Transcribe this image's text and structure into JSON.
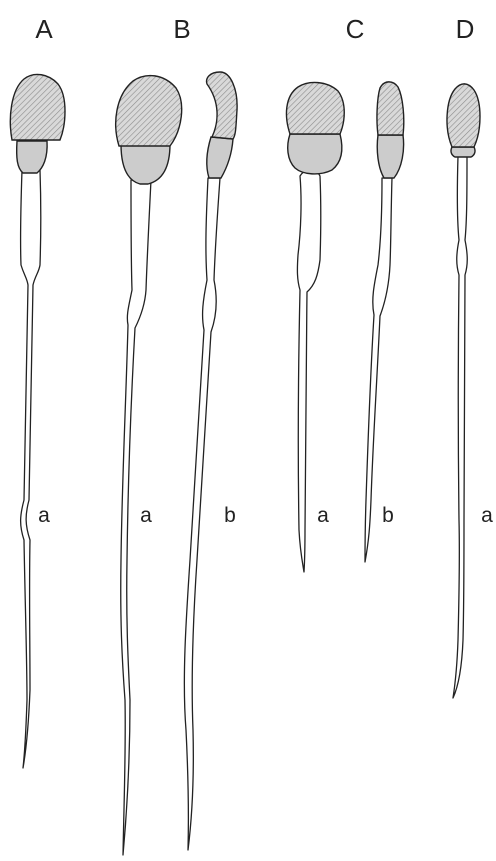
{
  "figure": {
    "panels": [
      {
        "label": "A",
        "cells": [
          {
            "label": "a"
          }
        ]
      },
      {
        "label": "B",
        "cells": [
          {
            "label": "a"
          },
          {
            "label": "b"
          }
        ]
      },
      {
        "label": "C",
        "cells": [
          {
            "label": "a"
          },
          {
            "label": "b"
          }
        ]
      },
      {
        "label": "D",
        "cells": [
          {
            "label": "a"
          }
        ]
      }
    ],
    "colors": {
      "outline": "#222222",
      "head_fill": "#d9d9d9",
      "head_hatch": "#8c8c8c",
      "neck_fill": "#cccccc",
      "tail_fill": "#ffffff",
      "background": "#ffffff"
    }
  }
}
